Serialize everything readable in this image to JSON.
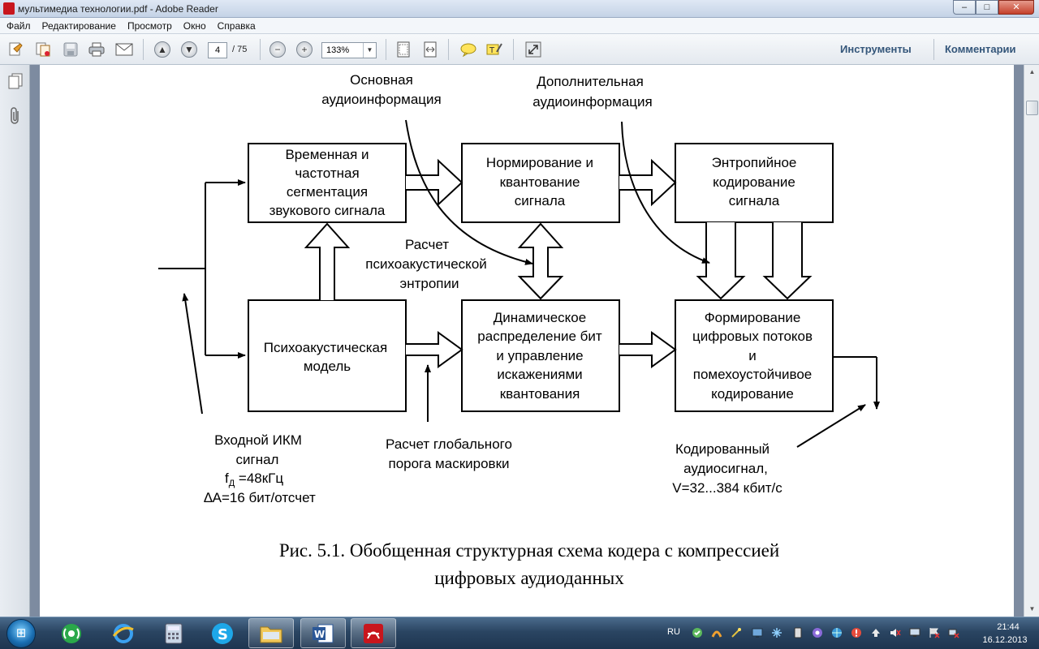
{
  "window": {
    "title": "мультимедиа технологии.pdf - Adobe Reader",
    "min": "–",
    "max": "□",
    "close": "✕"
  },
  "menu": {
    "items": [
      "Файл",
      "Редактирование",
      "Просмотр",
      "Окно",
      "Справка"
    ]
  },
  "toolbar": {
    "page_current": "4",
    "page_total": "/ 75",
    "zoom": "133%",
    "tools_label": "Инструменты",
    "comments_label": "Комментарии"
  },
  "diagram": {
    "top_labels": {
      "main_audio": [
        "Основная",
        "аудиоинформация"
      ],
      "extra_audio": [
        "Дополнительная",
        "аудиоинформация"
      ]
    },
    "blocks": {
      "segmentation": [
        "Временная и",
        "частотная",
        "сегментация",
        "звукового сигнала"
      ],
      "normalization": [
        "Нормирование и",
        "квантование",
        "сигнала"
      ],
      "entropy_coding": [
        "Энтропийное",
        "кодирование",
        "сигнала"
      ],
      "psychoacoustic": [
        "Психоакустическая",
        "модель"
      ],
      "bit_allocation": [
        "Динамическое",
        "распределение бит",
        "и управление",
        "искажениями",
        "квантования"
      ],
      "stream_forming": [
        "Формирование",
        "цифровых потоков",
        "и",
        "помехоустойчивое",
        "кодирование"
      ]
    },
    "mid_label": [
      "Расчет",
      "психоакустической",
      "энтропии"
    ],
    "input_label": {
      "line1": "Входной ИКМ",
      "line2": "сигнал",
      "fd_f": "f",
      "fd_sub": "Д",
      "fd_rest": " =48кГц",
      "da": "∆A=16 бит/отсчет"
    },
    "threshold_label": [
      "Расчет глобального",
      "порога маскировки"
    ],
    "output_label": [
      "Кодированный",
      "аудиосигнал,",
      "V=32...384 кбит/с"
    ],
    "caption": [
      "Рис. 5.1. Обобщенная структурная схема кодера с компрессией",
      "цифровых аудиоданных"
    ]
  },
  "taskbar": {
    "lang": "RU",
    "time": "21:44",
    "date": "16.12.2013"
  }
}
